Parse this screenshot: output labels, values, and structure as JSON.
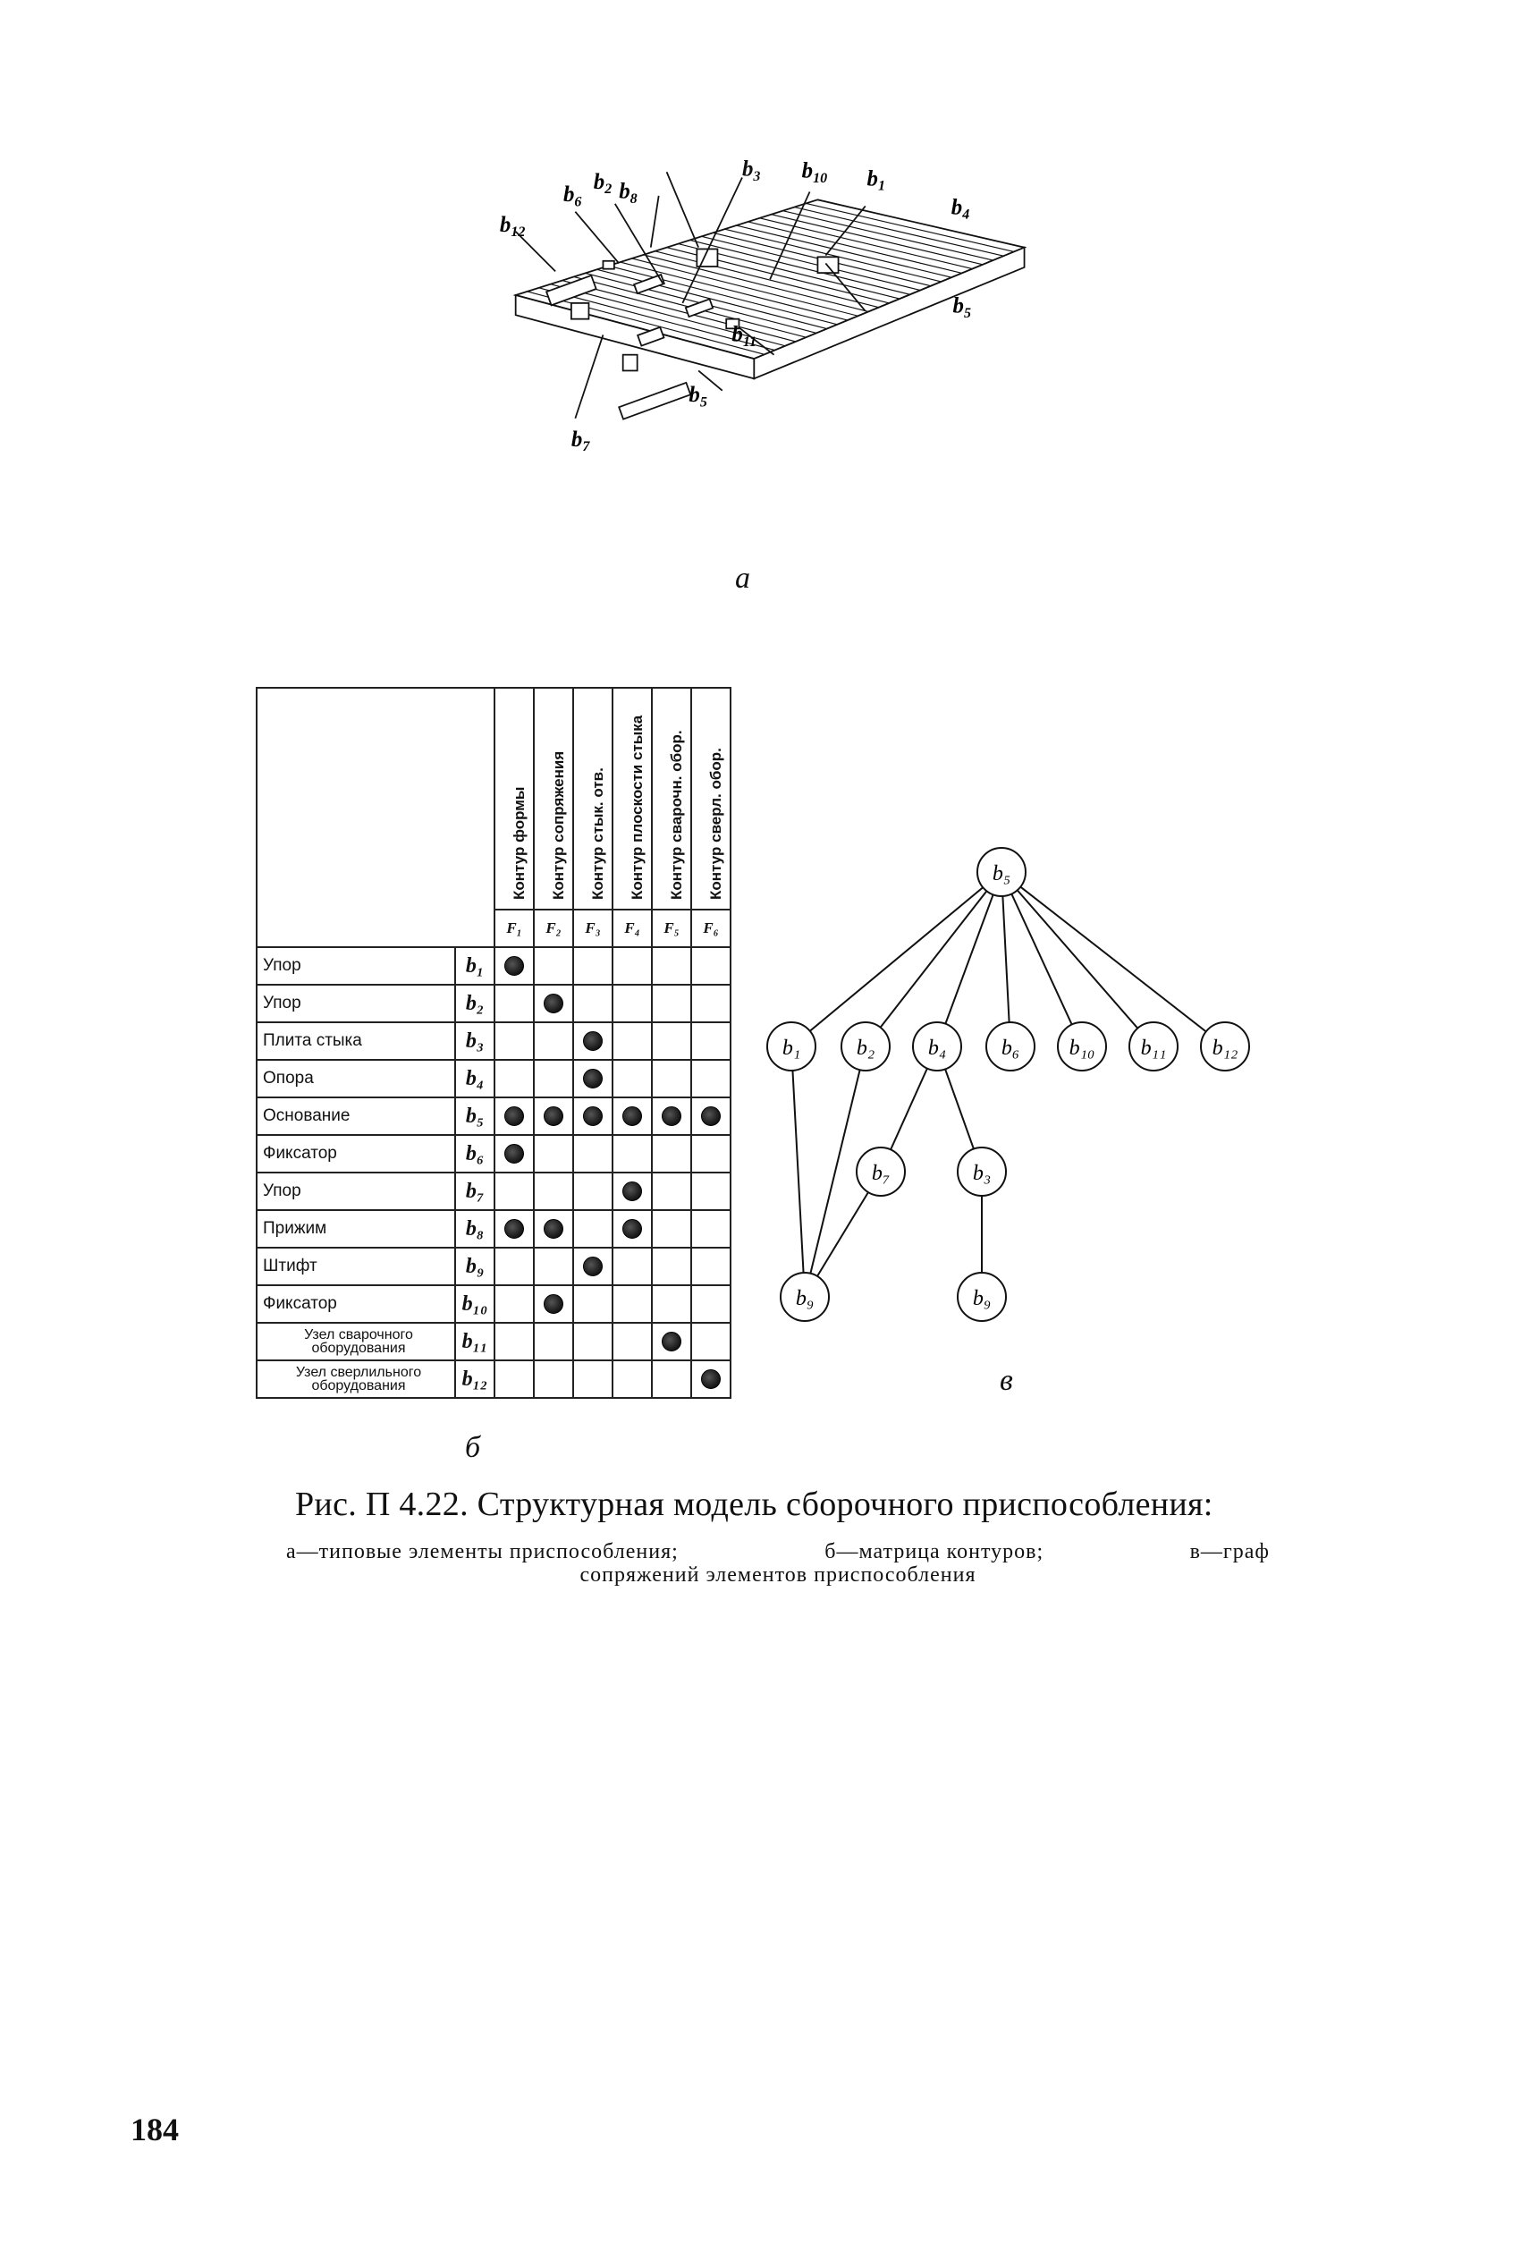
{
  "figure_a": {
    "labels": [
      "b3",
      "b10",
      "b1",
      "b8",
      "b2",
      "b6",
      "b4",
      "b12",
      "b5",
      "b11",
      "b5",
      "b7"
    ],
    "label_display": {
      "b3": "b",
      "b3_sub": "3",
      "b10": "b",
      "b10_sub": "10",
      "b1": "b",
      "b1_sub": "1",
      "b8": "b",
      "b8_sub": "8",
      "b2": "b",
      "b2_sub": "2",
      "b6": "b",
      "b6_sub": "6",
      "b4": "b",
      "b4_sub": "4",
      "b12": "b",
      "b12_sub": "12",
      "b5": "b",
      "b5_sub": "5",
      "b11": "b",
      "b11_sub": "11",
      "b7": "b",
      "b7_sub": "7"
    },
    "caption_letter": "а"
  },
  "matrix": {
    "columns": [
      {
        "header": "Контур формы",
        "code": "F₁"
      },
      {
        "header": "Контур сопряжения",
        "code": "F₂"
      },
      {
        "header": "Контур стык. отв.",
        "code": "F₃"
      },
      {
        "header": "Контур плоскости стыка",
        "code": "F₄"
      },
      {
        "header": "Контур сварочн. обор.",
        "code": "F₅"
      },
      {
        "header": "Контур сверл. обор.",
        "code": "F₆"
      }
    ],
    "rows": [
      {
        "name": "Упор",
        "code": "b₁",
        "marks": [
          1,
          0,
          0,
          0,
          0,
          0
        ]
      },
      {
        "name": "Упор",
        "code": "b₂",
        "marks": [
          0,
          1,
          0,
          0,
          0,
          0
        ]
      },
      {
        "name": "Плита стыка",
        "code": "b₃",
        "marks": [
          0,
          0,
          1,
          0,
          0,
          0
        ]
      },
      {
        "name": "Опора",
        "code": "b₄",
        "marks": [
          0,
          0,
          1,
          0,
          0,
          0
        ]
      },
      {
        "name": "Основание",
        "code": "b₅",
        "marks": [
          1,
          1,
          1,
          1,
          1,
          1
        ]
      },
      {
        "name": "Фиксатор",
        "code": "b₆",
        "marks": [
          1,
          0,
          0,
          0,
          0,
          0
        ]
      },
      {
        "name": "Упор",
        "code": "b₇",
        "marks": [
          0,
          0,
          0,
          1,
          0,
          0
        ]
      },
      {
        "name": "Прижим",
        "code": "b₈",
        "marks": [
          1,
          1,
          0,
          1,
          0,
          0
        ]
      },
      {
        "name": "Штифт",
        "code": "b₉",
        "marks": [
          0,
          0,
          1,
          0,
          0,
          0
        ]
      },
      {
        "name": "Фиксатор",
        "code": "b₁₀",
        "marks": [
          0,
          1,
          0,
          0,
          0,
          0
        ]
      },
      {
        "name": "Узел сварочного оборудования",
        "code": "b₁₁",
        "marks": [
          0,
          0,
          0,
          0,
          1,
          0
        ]
      },
      {
        "name": "Узел сверлильного оборудования",
        "code": "b₁₂",
        "marks": [
          0,
          0,
          0,
          0,
          0,
          1
        ]
      }
    ],
    "caption_letter": "б"
  },
  "graph": {
    "nodes": [
      "b₅",
      "b₁",
      "b₂",
      "b₄",
      "b₆",
      "b₁₀",
      "b₁₁",
      "b₁₂",
      "b₇",
      "b₃",
      "b₉",
      "b₉"
    ],
    "edges": [
      [
        "b₅",
        "b₁"
      ],
      [
        "b₅",
        "b₂"
      ],
      [
        "b₅",
        "b₄"
      ],
      [
        "b₅",
        "b₆"
      ],
      [
        "b₅",
        "b₁₀"
      ],
      [
        "b₅",
        "b₁₁"
      ],
      [
        "b₅",
        "b₁₂"
      ],
      [
        "b₄",
        "b₇"
      ],
      [
        "b₄",
        "b₃"
      ],
      [
        "b₁",
        "b₉"
      ],
      [
        "b₂",
        "b₉"
      ],
      [
        "b₇",
        "b₉"
      ],
      [
        "b₃",
        "b₉"
      ]
    ],
    "caption_letter": "в"
  },
  "caption": {
    "title": "Рис. П 4.22. Структурная модель сборочного приспособления:",
    "line1_a": "а—типовые элементы приспособления;",
    "line1_b": "б—матрица контуров;",
    "line1_c": "в—граф",
    "line2": "сопряжений элементов приспособления"
  },
  "page_number": "184"
}
